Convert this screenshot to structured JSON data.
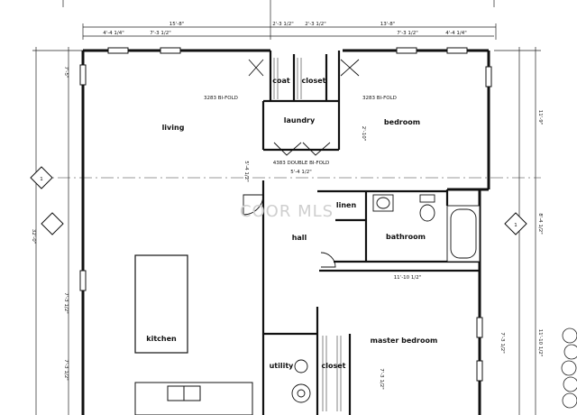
{
  "rooms": {
    "living": "living",
    "bedroom": "bedroom",
    "laundry": "laundry",
    "coat": "coat",
    "closet_top": "closet",
    "linen": "linen",
    "hall": "hall",
    "bathroom": "bathroom",
    "kitchen": "kitchen",
    "master_bedroom": "master bedroom",
    "utility": "utility",
    "closet_bottom": "closet"
  },
  "notes": {
    "bifold_left": "3283 BI-FOLD",
    "bifold_right": "3283 BI-FOLD",
    "double_bifold": "4383 DOUBLE BI-FOLD"
  },
  "dims": {
    "top_left_span": "15'-8\"",
    "top_mid": "2'-3 1/2\"",
    "top_mid2": "2'-3 1/2\"",
    "top_right_span": "13'-8\"",
    "top_l1": "4'-4 1/4\"",
    "top_l2": "7'-3 1/2\"",
    "top_r1": "7'-3 1/2\"",
    "top_r2": "4'-4 1/4\"",
    "left_overall": "32'-0\"",
    "left_upper": "7'-5\"",
    "left_mid": "7'-3 1/2\"",
    "left_lower": "7'-3 1/2\"",
    "right_upper": "11'-9\"",
    "right_mid": "8'-4 1/2\"",
    "right_lower": "11'-10 1/2\"",
    "hall_width": "5'-4 1/2\"",
    "hall_width2": "5'-4 1/2\"",
    "hall_span": "11'-10 1/2\"",
    "closet_dim": "2'-10\"",
    "master_dim": "7'-3 1/2\"",
    "master_dim2": "7'-3 1/2\""
  },
  "sections": {
    "left": "1",
    "right": "1"
  },
  "watermark": "COOR MLS"
}
